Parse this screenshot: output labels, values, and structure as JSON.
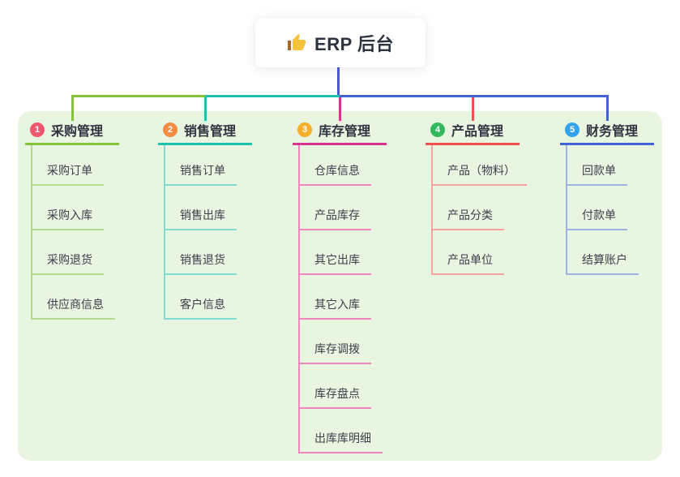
{
  "root": {
    "label": "ERP 后台",
    "icon": "thumbs-up-icon",
    "icon_color": "#f5c33b",
    "cuff_color": "#a9652c"
  },
  "colors": {
    "canvas_bg": "#ffffff",
    "panel_bg": "#e8f5e1",
    "root_line": "#4a58d4",
    "title_text": "#2d3440",
    "child_text": "#3b414b",
    "card_bg": "#ffffff"
  },
  "branches": [
    {
      "key": "purchase",
      "badge": "1",
      "title": "采购管理",
      "badge_color": "#f0566e",
      "color": "#84c43c",
      "light": "#b2d98e",
      "children": [
        "采购订单",
        "采购入库",
        "采购退货",
        "供应商信息"
      ]
    },
    {
      "key": "sales",
      "badge": "2",
      "title": "销售管理",
      "badge_color": "#f68b42",
      "color": "#1fc0ad",
      "light": "#82dcd0",
      "children": [
        "销售订单",
        "销售出库",
        "销售退货",
        "客户信息"
      ]
    },
    {
      "key": "inventory",
      "badge": "3",
      "title": "库存管理",
      "badge_color": "#f8b02c",
      "color": "#d6338f",
      "light": "#ef86c0",
      "children": [
        "仓库信息",
        "产品库存",
        "其它出库",
        "其它入库",
        "库存调拨",
        "库存盘点",
        "出库库明细"
      ]
    },
    {
      "key": "product",
      "badge": "4",
      "title": "产品管理",
      "badge_color": "#33b95d",
      "color": "#f24e4e",
      "light": "#f6a49e",
      "children": [
        "产品（物料）",
        "产品分类",
        "产品单位"
      ]
    },
    {
      "key": "finance",
      "badge": "5",
      "title": "财务管理",
      "badge_color": "#33a3ef",
      "color": "#4263d4",
      "light": "#9fb2e4",
      "children": [
        "回款单",
        "付款单",
        "结算账户"
      ]
    }
  ]
}
